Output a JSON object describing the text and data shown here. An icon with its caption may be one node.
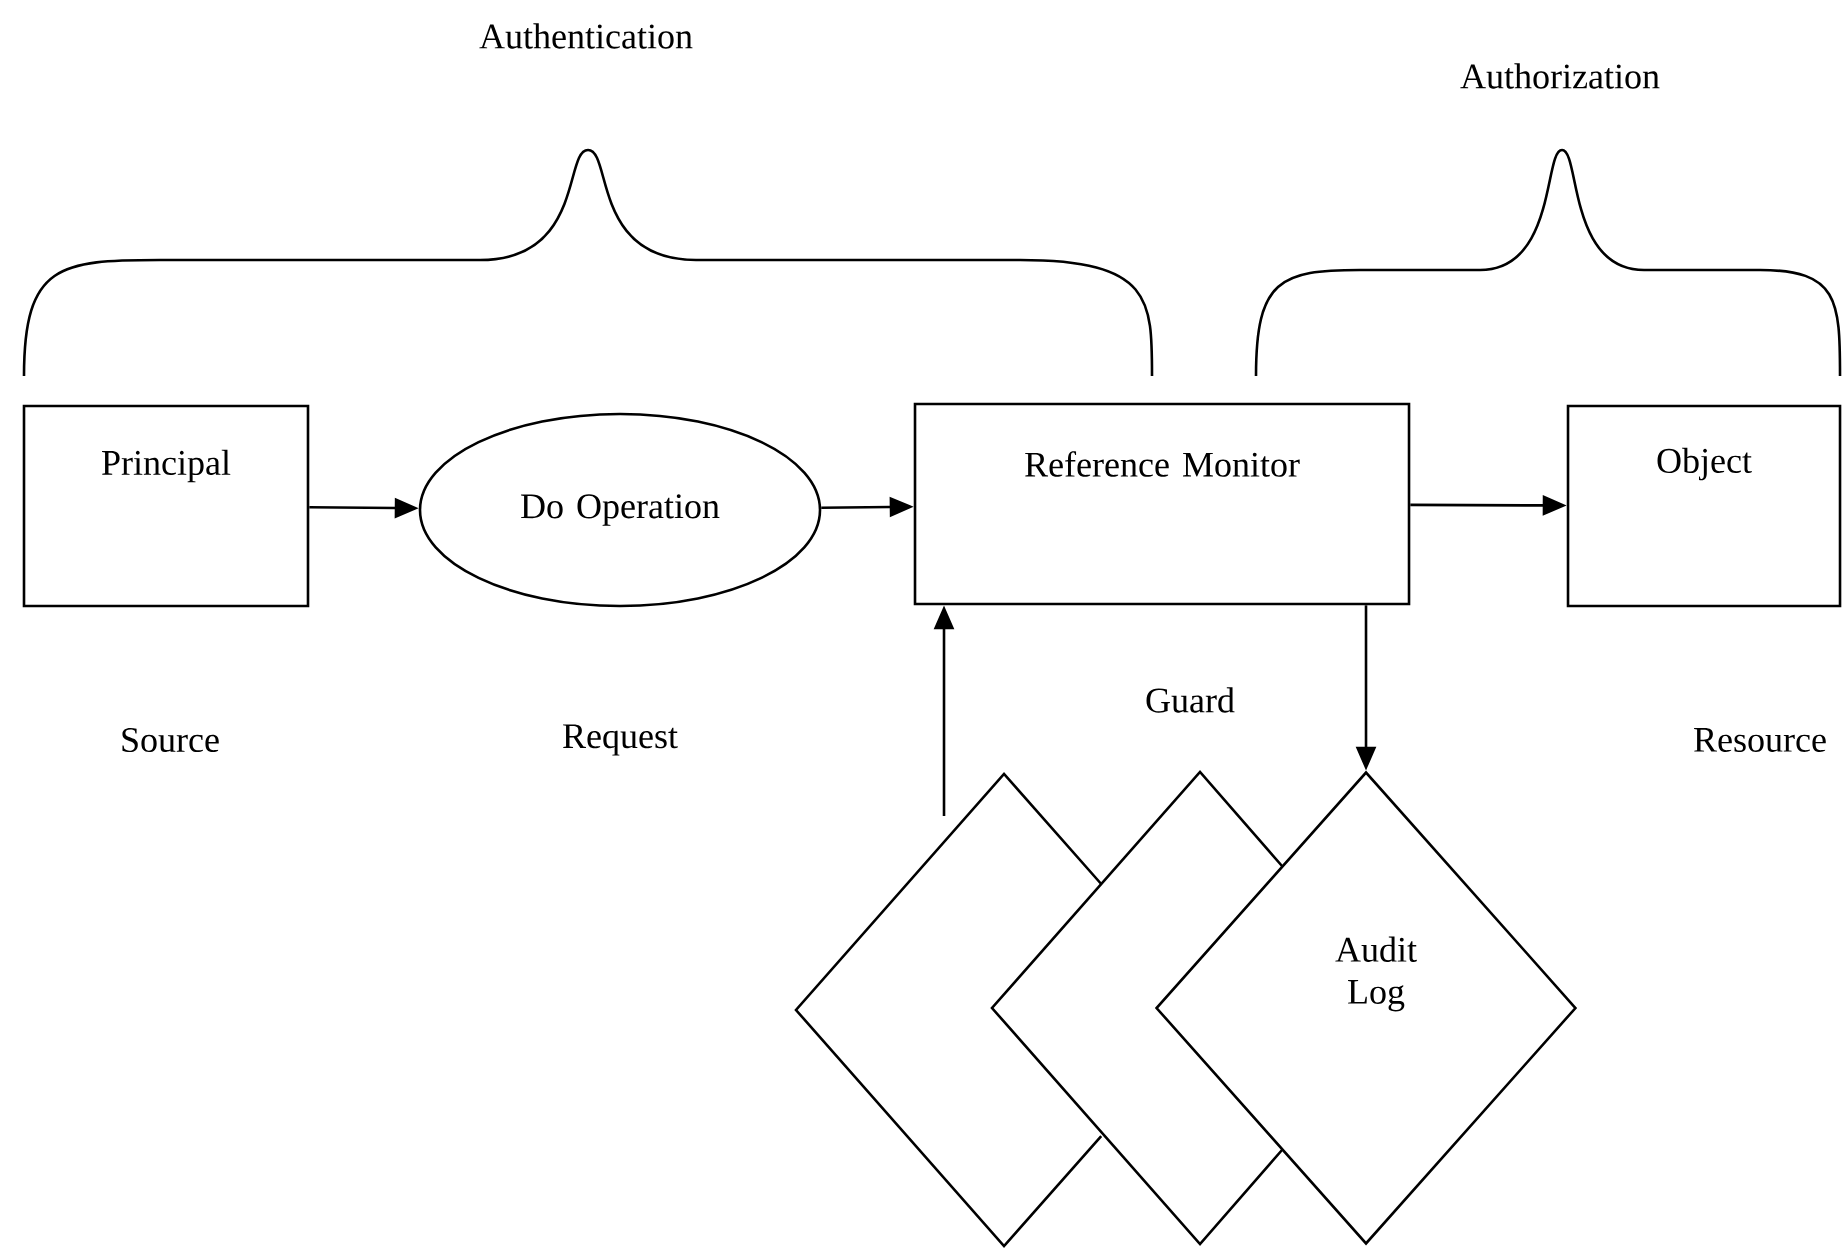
{
  "diagram": {
    "nodes": [
      {
        "text": [
          "Principal"
        ],
        "beside": [
          "Source"
        ]
      },
      {
        "text": [
          "Do Operation"
        ],
        "beside": [
          "Request"
        ]
      },
      {
        "text": [
          "Reference Monitor"
        ],
        "beside": [
          "Guard"
        ]
      },
      {
        "text": [
          "Object"
        ],
        "beside": [
          "Resource"
        ]
      },
      {
        "text": [],
        "shape": "diamond"
      },
      {
        "text": [],
        "shape": "diamond"
      },
      {
        "text": [
          "Audit Log"
        ]
      }
    ],
    "edges": [
      {
        "from": 0,
        "to": 1,
        "arrow": "to"
      },
      {
        "from": 1,
        "to": 2,
        "arrow": "to"
      },
      {
        "from": 2,
        "to": 3,
        "arrow": "to"
      },
      {
        "from": 4,
        "to": 2,
        "arrow": "to"
      },
      {
        "from": 2,
        "to": 6,
        "arrow": "to"
      }
    ],
    "labels": [
      "Authentication",
      "Authorization"
    ]
  }
}
